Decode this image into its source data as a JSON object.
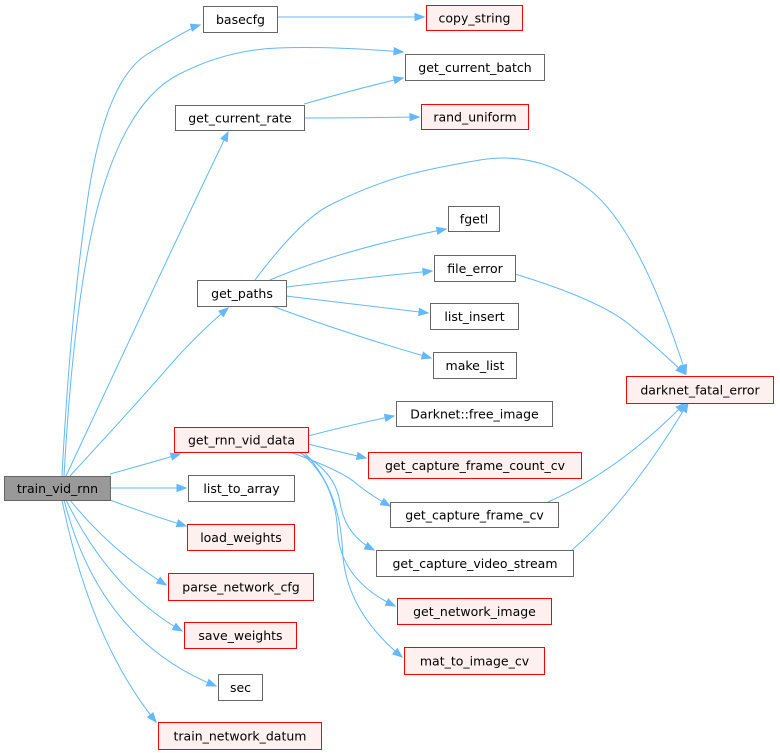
{
  "title": "",
  "colors": {
    "edge": "#63b8ff",
    "plain_border": "#666666",
    "red_border": "#ff0000",
    "red_fill": "#fff0f0",
    "root_fill": "#999999"
  },
  "nodes": [
    {
      "id": "train_vid_rnn",
      "label": "train_vid_rnn",
      "style": "root"
    },
    {
      "id": "basecfg",
      "label": "basecfg",
      "style": "plain"
    },
    {
      "id": "copy_string",
      "label": "copy_string",
      "style": "red"
    },
    {
      "id": "get_current_batch",
      "label": "get_current_batch",
      "style": "plain"
    },
    {
      "id": "get_current_rate",
      "label": "get_current_rate",
      "style": "plain"
    },
    {
      "id": "rand_uniform",
      "label": "rand_uniform",
      "style": "red"
    },
    {
      "id": "fgetl",
      "label": "fgetl",
      "style": "plain"
    },
    {
      "id": "file_error",
      "label": "file_error",
      "style": "plain"
    },
    {
      "id": "get_paths",
      "label": "get_paths",
      "style": "plain"
    },
    {
      "id": "list_insert",
      "label": "list_insert",
      "style": "plain"
    },
    {
      "id": "make_list",
      "label": "make_list",
      "style": "plain"
    },
    {
      "id": "darknet_fatal_error",
      "label": "darknet_fatal_error",
      "style": "red"
    },
    {
      "id": "free_image",
      "label": "Darknet::free_image",
      "style": "plain"
    },
    {
      "id": "get_rnn_vid_data",
      "label": "get_rnn_vid_data",
      "style": "red"
    },
    {
      "id": "get_capture_frame_count_cv",
      "label": "get_capture_frame_count_cv",
      "style": "red"
    },
    {
      "id": "list_to_array",
      "label": "list_to_array",
      "style": "plain"
    },
    {
      "id": "get_capture_frame_cv",
      "label": "get_capture_frame_cv",
      "style": "plain"
    },
    {
      "id": "load_weights",
      "label": "load_weights",
      "style": "red"
    },
    {
      "id": "get_capture_video_stream",
      "label": "get_capture_video_stream",
      "style": "plain"
    },
    {
      "id": "parse_network_cfg",
      "label": "parse_network_cfg",
      "style": "red"
    },
    {
      "id": "get_network_image",
      "label": "get_network_image",
      "style": "red"
    },
    {
      "id": "save_weights",
      "label": "save_weights",
      "style": "red"
    },
    {
      "id": "mat_to_image_cv",
      "label": "mat_to_image_cv",
      "style": "red"
    },
    {
      "id": "sec",
      "label": "sec",
      "style": "plain"
    },
    {
      "id": "train_network_datum",
      "label": "train_network_datum",
      "style": "red"
    }
  ],
  "edges": [
    [
      "train_vid_rnn",
      "basecfg"
    ],
    [
      "train_vid_rnn",
      "get_current_batch"
    ],
    [
      "train_vid_rnn",
      "get_current_rate"
    ],
    [
      "train_vid_rnn",
      "get_paths"
    ],
    [
      "train_vid_rnn",
      "get_rnn_vid_data"
    ],
    [
      "train_vid_rnn",
      "list_to_array"
    ],
    [
      "train_vid_rnn",
      "load_weights"
    ],
    [
      "train_vid_rnn",
      "parse_network_cfg"
    ],
    [
      "train_vid_rnn",
      "save_weights"
    ],
    [
      "train_vid_rnn",
      "sec"
    ],
    [
      "train_vid_rnn",
      "train_network_datum"
    ],
    [
      "basecfg",
      "copy_string"
    ],
    [
      "get_current_rate",
      "get_current_batch"
    ],
    [
      "get_current_rate",
      "rand_uniform"
    ],
    [
      "get_paths",
      "darknet_fatal_error"
    ],
    [
      "get_paths",
      "fgetl"
    ],
    [
      "get_paths",
      "file_error"
    ],
    [
      "get_paths",
      "list_insert"
    ],
    [
      "get_paths",
      "make_list"
    ],
    [
      "file_error",
      "darknet_fatal_error"
    ],
    [
      "get_rnn_vid_data",
      "free_image"
    ],
    [
      "get_rnn_vid_data",
      "get_capture_frame_count_cv"
    ],
    [
      "get_rnn_vid_data",
      "get_capture_frame_cv"
    ],
    [
      "get_rnn_vid_data",
      "get_capture_video_stream"
    ],
    [
      "get_rnn_vid_data",
      "get_network_image"
    ],
    [
      "get_rnn_vid_data",
      "mat_to_image_cv"
    ],
    [
      "get_capture_frame_cv",
      "darknet_fatal_error"
    ],
    [
      "get_capture_video_stream",
      "darknet_fatal_error"
    ]
  ]
}
